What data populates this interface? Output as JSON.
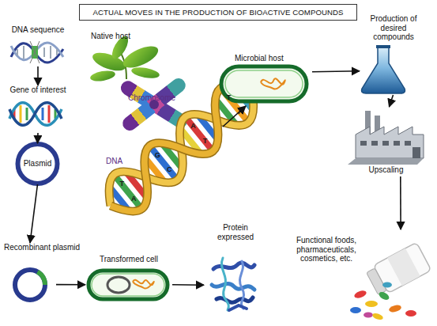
{
  "diagram": {
    "title": "ACTUAL MOVES IN THE PRODUCTION OF BIOACTIVE COMPOUNDS",
    "nodes": [
      {
        "text": [
          "DNA sequence"
        ]
      },
      {
        "text": [
          "Gene of interest"
        ]
      },
      {
        "text": [
          "Plasmid"
        ]
      },
      {
        "text": [
          "Recombinant plasmid"
        ]
      },
      {
        "text": [
          "Transformed cell"
        ]
      },
      {
        "text": [
          "Protein expressed"
        ]
      },
      {
        "text": [
          "Native host"
        ]
      },
      {
        "text": [
          "Chromosome",
          "DNA"
        ]
      },
      {
        "text": [
          "Microbial host"
        ]
      },
      {
        "text": [
          "Production of desired compounds"
        ]
      },
      {
        "text": [
          "Upscaling"
        ]
      },
      {
        "text": [
          "Functional foods, pharmaceuticals, cosmetics, etc."
        ]
      }
    ],
    "edges": [
      {
        "from": 0,
        "to": 1,
        "arrow": "to"
      },
      {
        "from": 1,
        "to": 2,
        "arrow": "to"
      },
      {
        "from": 2,
        "to": 3,
        "arrow": "to"
      },
      {
        "from": 3,
        "to": 4,
        "arrow": "to"
      },
      {
        "from": 4,
        "to": 5,
        "arrow": "to"
      },
      {
        "from": 7,
        "to": 8,
        "arrow": "to"
      },
      {
        "from": 8,
        "to": 9,
        "arrow": "to"
      },
      {
        "from": 9,
        "to": 10,
        "arrow": "to"
      },
      {
        "from": 10,
        "to": 11,
        "arrow": "to"
      }
    ],
    "labels": [
      "T",
      "A",
      "G",
      "C",
      "A",
      "T",
      "T",
      "A"
    ]
  }
}
